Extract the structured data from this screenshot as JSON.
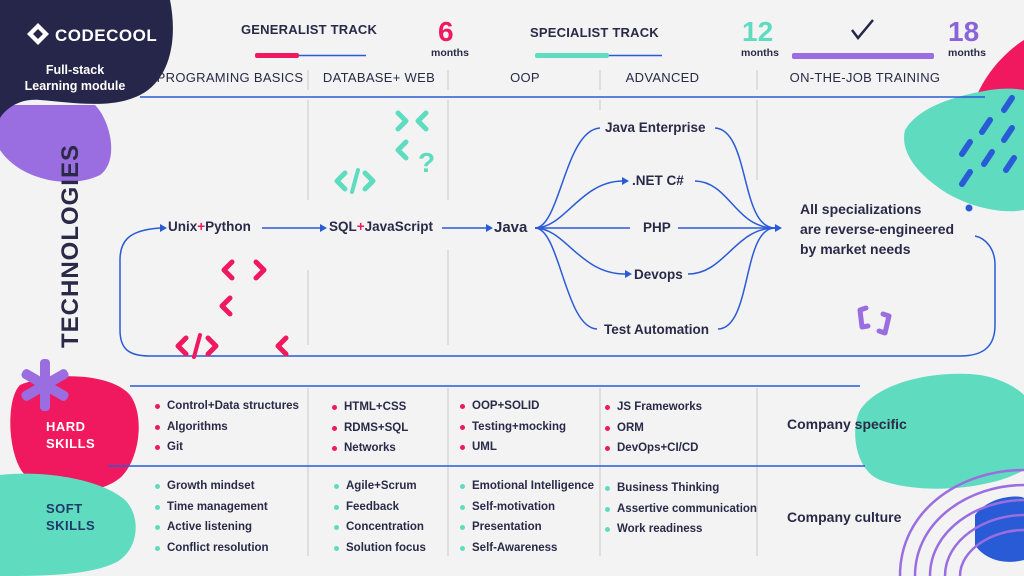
{
  "brand": {
    "name": "CODECOOL",
    "module": "Full-stack\nLearning module"
  },
  "tracks": [
    {
      "label": "GENERALIST TRACK",
      "months": "6",
      "months_label": "months",
      "color": "#f0185f"
    },
    {
      "label": "SPECIALIST TRACK",
      "months": "12",
      "months_label": "months",
      "color": "#5fdcc0"
    },
    {
      "label": "",
      "months": "18",
      "months_label": "months",
      "color": "#8a63d8"
    }
  ],
  "phases": [
    "PROGRAMING BASICS",
    "DATABASE+ WEB",
    "OOP",
    "ADVANCED",
    "ON-THE-JOB TRAINING"
  ],
  "technologies": {
    "title": "TECHNOLOGIES",
    "nodes": [
      {
        "a": "Unix",
        "plus": "+",
        "b": "Python"
      },
      {
        "a": "SQL",
        "plus": "+",
        "b": "JavaScript"
      },
      {
        "a": "Java",
        "plus": "",
        "b": ""
      }
    ],
    "branches": [
      "Java Enterprise",
      ".NET C#",
      "PHP",
      "Devops",
      "Test Automation"
    ],
    "final": "All specializations\nare reverse-engineered\nby market needs"
  },
  "hard_skills": {
    "label": "HARD\nSKILLS",
    "columns": [
      [
        "Control+Data structures",
        "Algorithms",
        "Git"
      ],
      [
        "HTML+CSS",
        "RDMS+SQL",
        "Networks"
      ],
      [
        "OOP+SOLID",
        "Testing+mocking",
        "UML"
      ],
      [
        "JS Frameworks",
        "ORM",
        "DevOps+CI/CD"
      ]
    ],
    "company": "Company specific"
  },
  "soft_skills": {
    "label": "SOFT\nSKILLS",
    "columns": [
      [
        "Growth mindset",
        "Time management",
        "Active listening",
        "Conflict resolution"
      ],
      [
        "Agile+Scrum",
        "Feedback",
        "Concentration",
        "Solution focus"
      ],
      [
        "Emotional Intelligence",
        "Self-motivation",
        "Presentation",
        "Self-Awareness"
      ],
      [
        "Business Thinking",
        "Assertive communication",
        "Work readiness"
      ]
    ],
    "company": "Company culture"
  },
  "colors": {
    "pink": "#f0185f",
    "mint": "#5fdcc0",
    "purple": "#8a63d8",
    "blue": "#2a5bd7",
    "navy": "#26264a"
  }
}
